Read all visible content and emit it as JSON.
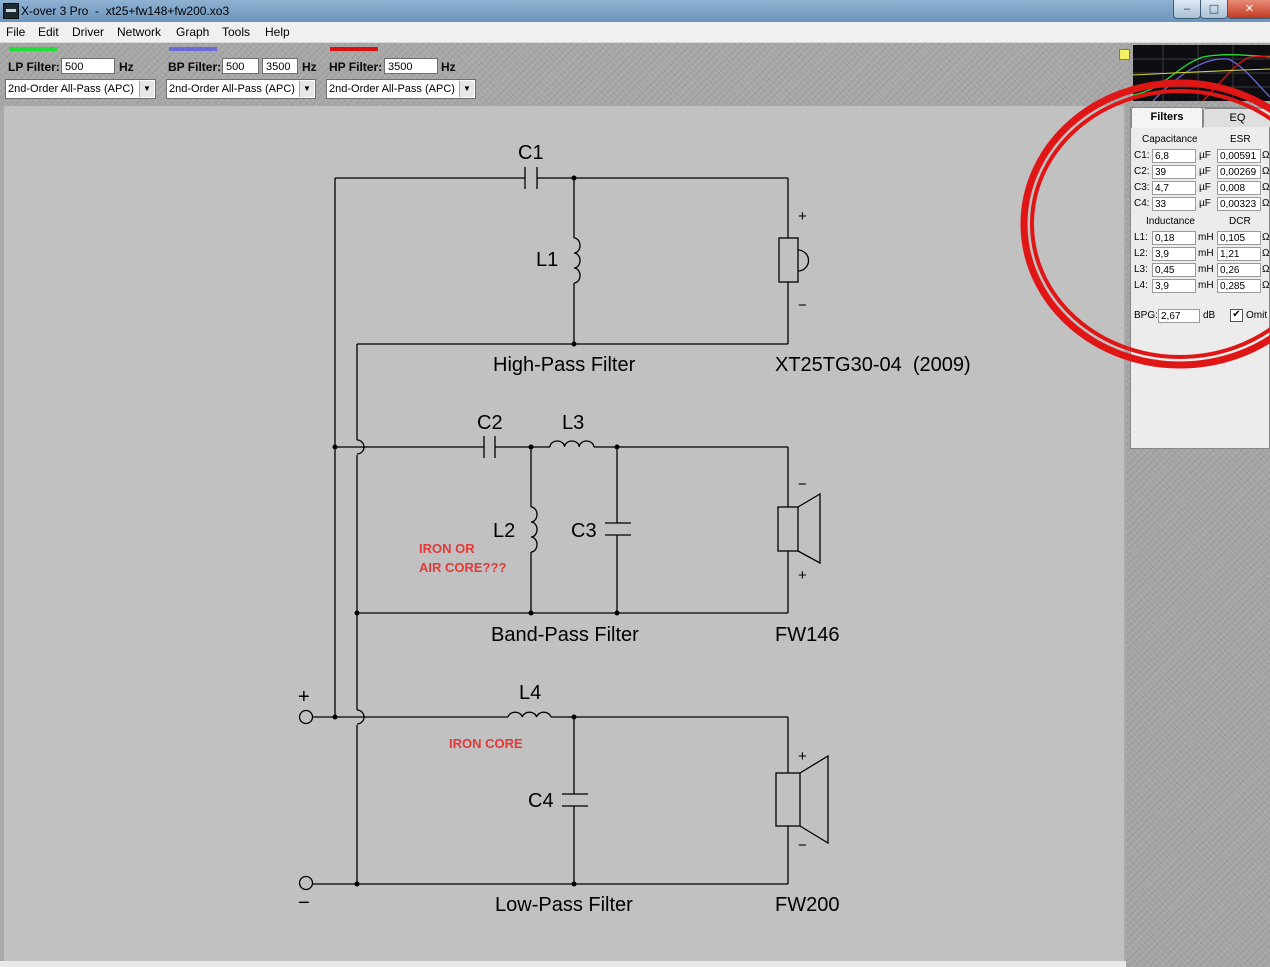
{
  "window": {
    "title": "X-over 3 Pro  -  xt25+fw148+fw200.xo3",
    "min_glyph": "‒",
    "max_glyph": "□",
    "close_glyph": "✕"
  },
  "menu": [
    "File",
    "Edit",
    "Driver",
    "Network",
    "Graph",
    "Tools",
    "Help"
  ],
  "toolbar": {
    "lp": {
      "label": "LP Filter:",
      "value": "500",
      "unit": "Hz",
      "type": "2nd-Order All-Pass (APC)",
      "color": "#22dd33"
    },
    "bp": {
      "label": "BP Filter:",
      "low": "500",
      "high": "3500",
      "unit": "Hz",
      "type": "2nd-Order All-Pass (APC)",
      "color": "#6a6ad8"
    },
    "hp": {
      "label": "HP Filter:",
      "value": "3500",
      "unit": "Hz",
      "type": "2nd-Order All-Pass (APC)",
      "color": "#dd1111"
    }
  },
  "schematic": {
    "components": {
      "C1": "C1",
      "L1": "L1",
      "C2": "C2",
      "L3": "L3",
      "L2": "L2",
      "C3": "C3",
      "L4": "L4",
      "C4": "C4"
    },
    "sections": {
      "hp": "High-Pass Filter",
      "bp": "Band-Pass Filter",
      "lp": "Low-Pass Filter"
    },
    "drivers": {
      "tweeter": "XT25TG30-04  (2009)",
      "mid": "FW146",
      "woofer": "FW200"
    },
    "annotations": {
      "iron_or_air_1": "IRON OR",
      "iron_or_air_2": "AIR CORE???",
      "iron_core": "IRON CORE"
    },
    "polarity": {
      "plus": "+",
      "minus": "−"
    }
  },
  "panel": {
    "tabs": [
      "Filters",
      "EQ"
    ],
    "cap_header": "Capacitance",
    "esr_header": "ESR",
    "ind_header": "Inductance",
    "dcr_header": "DCR",
    "capacitors": [
      {
        "label": "C1:",
        "value": "6,8",
        "unit": "µF",
        "esr": "0,00591",
        "ohm": "Ω"
      },
      {
        "label": "C2:",
        "value": "39",
        "unit": "µF",
        "esr": "0,00269",
        "ohm": "Ω"
      },
      {
        "label": "C3:",
        "value": "4,7",
        "unit": "µF",
        "esr": "0,008",
        "ohm": "Ω"
      },
      {
        "label": "C4:",
        "value": "33",
        "unit": "µF",
        "esr": "0,00323",
        "ohm": "Ω"
      }
    ],
    "inductors": [
      {
        "label": "L1:",
        "value": "0,18",
        "unit": "mH",
        "dcr": "0,105",
        "ohm": "Ω"
      },
      {
        "label": "L2:",
        "value": "3,9",
        "unit": "mH",
        "dcr": "1,21",
        "ohm": "Ω"
      },
      {
        "label": "L3:",
        "value": "0,45",
        "unit": "mH",
        "dcr": "0,26",
        "ohm": "Ω"
      },
      {
        "label": "L4:",
        "value": "3,9",
        "unit": "mH",
        "dcr": "0,285",
        "ohm": "Ω"
      }
    ],
    "bpg_label": "BPG:",
    "bpg_value": "2,67",
    "bpg_unit": "dB",
    "omit_checked": "✔",
    "omit_label": "Omit"
  },
  "colors": {
    "annotation_red": "#e23a3a",
    "highlight_circle": "#e01515"
  }
}
